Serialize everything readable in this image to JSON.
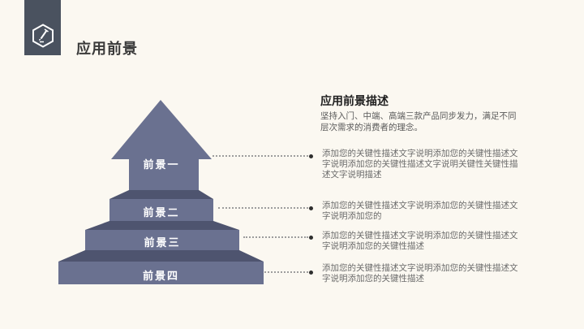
{
  "slide": {
    "title": "应用前景",
    "background_color": "#fbf8f1"
  },
  "logo": {
    "icon": "pencil-hexagon-icon",
    "block_color": "#4a525f"
  },
  "diagram": {
    "type": "step-pyramid-arrow",
    "face_color": "#6a7190",
    "top_surface_color": "#4e546f",
    "label_color": "#ffffff",
    "levels": [
      {
        "label": "前景一"
      },
      {
        "label": "前景二"
      },
      {
        "label": "前景三"
      },
      {
        "label": "前景四"
      }
    ]
  },
  "description": {
    "title": "应用前景描述",
    "body_lines": [
      "坚持入门、中端、高端三款产品同步发力，满足不同",
      "层次需求的消费者的理念。"
    ]
  },
  "bullets": [
    {
      "lines": [
        "添加您的关键性描述文字说明添加您的关键性描述文",
        "字说明添加您的关键性描述文字说明关键性关键性描",
        "述文字说明描述"
      ]
    },
    {
      "lines": [
        "添加您的关键性描述文字说明添加您的关键性描述文",
        "字说明添加您的"
      ]
    },
    {
      "lines": [
        "添加您的关键性描述文字说明添加您的关键性描述文",
        "字说明添加您的关键性描述"
      ]
    },
    {
      "lines": [
        "添加您的关键性描述文字说明添加您的关键性描述文",
        "字说明添加您的关键性描述"
      ]
    }
  ]
}
